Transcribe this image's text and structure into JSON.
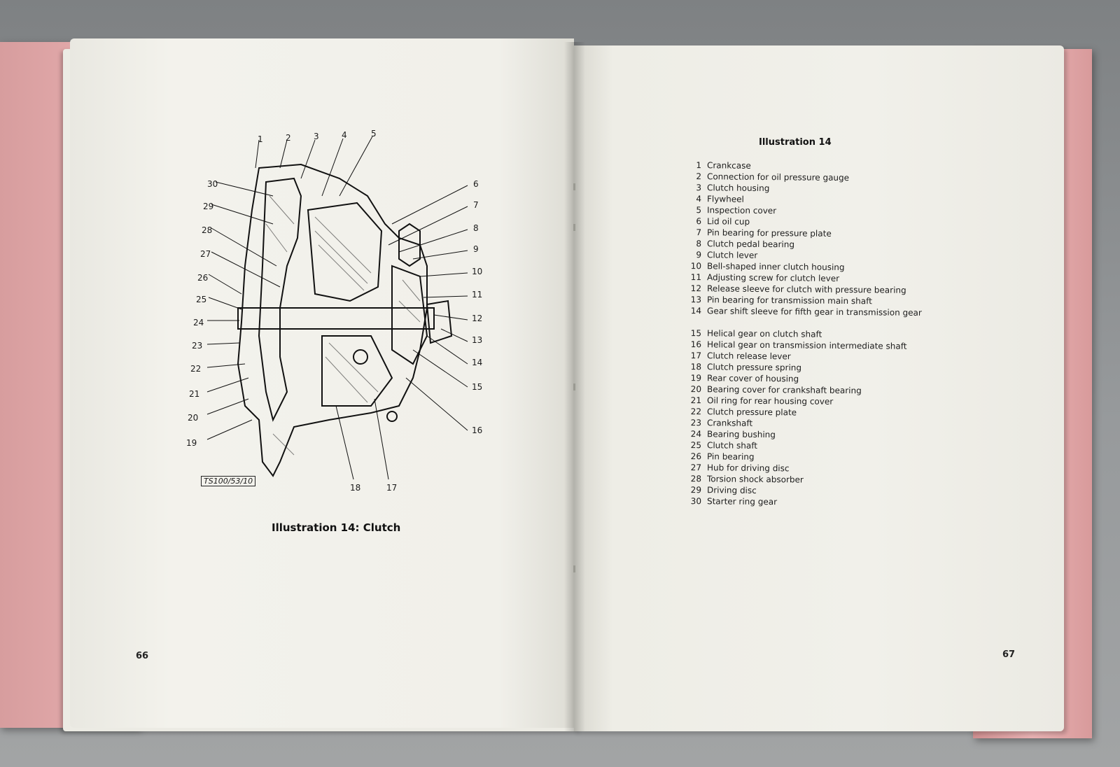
{
  "left_page": {
    "page_number": "66",
    "figure_code": "TS100/53/10",
    "figure_caption": "Illustration 14: Clutch",
    "callouts": [
      "1",
      "2",
      "3",
      "4",
      "5",
      "6",
      "7",
      "8",
      "9",
      "10",
      "11",
      "12",
      "13",
      "14",
      "15",
      "16",
      "17",
      "18",
      "19",
      "20",
      "21",
      "22",
      "23",
      "24",
      "25",
      "26",
      "27",
      "28",
      "29",
      "30"
    ]
  },
  "right_page": {
    "page_number": "67",
    "legend_title": "Illustration 14",
    "legend": [
      {
        "num": "1",
        "text": "Crankcase"
      },
      {
        "num": "2",
        "text": "Connection for oil pressure gauge"
      },
      {
        "num": "3",
        "text": "Clutch housing"
      },
      {
        "num": "4",
        "text": "Flywheel"
      },
      {
        "num": "5",
        "text": "Inspection cover"
      },
      {
        "num": "6",
        "text": "Lid oil cup"
      },
      {
        "num": "7",
        "text": "Pin bearing for pressure plate"
      },
      {
        "num": "8",
        "text": "Clutch pedal bearing"
      },
      {
        "num": "9",
        "text": "Clutch lever"
      },
      {
        "num": "10",
        "text": "Bell-shaped inner clutch housing"
      },
      {
        "num": "11",
        "text": "Adjusting screw for clutch lever"
      },
      {
        "num": "12",
        "text": "Release sleeve for clutch with pressure bearing"
      },
      {
        "num": "13",
        "text": "Pin bearing for transmission main shaft"
      },
      {
        "num": "14",
        "text": "Gear shift sleeve for fifth gear in transmission gear"
      },
      {
        "num": "15",
        "text": "Helical gear on clutch shaft"
      },
      {
        "num": "16",
        "text": "Helical gear on transmission intermediate shaft"
      },
      {
        "num": "17",
        "text": "Clutch release lever"
      },
      {
        "num": "18",
        "text": "Clutch pressure spring"
      },
      {
        "num": "19",
        "text": "Rear cover of housing"
      },
      {
        "num": "20",
        "text": "Bearing cover for crankshaft bearing"
      },
      {
        "num": "21",
        "text": "Oil ring for rear housing cover"
      },
      {
        "num": "22",
        "text": "Clutch pressure plate"
      },
      {
        "num": "23",
        "text": "Crankshaft"
      },
      {
        "num": "24",
        "text": "Bearing bushing"
      },
      {
        "num": "25",
        "text": "Clutch shaft"
      },
      {
        "num": "26",
        "text": "Pin bearing"
      },
      {
        "num": "27",
        "text": "Hub for driving disc"
      },
      {
        "num": "28",
        "text": "Torsion shock absorber"
      },
      {
        "num": "29",
        "text": "Driving disc"
      },
      {
        "num": "30",
        "text": "Starter ring gear"
      }
    ]
  }
}
